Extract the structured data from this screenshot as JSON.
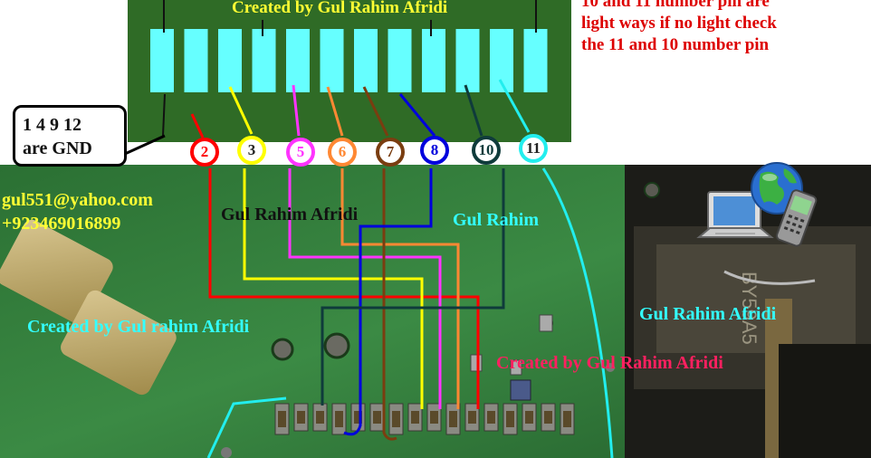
{
  "header": {
    "credit": "Created by Gul Rahim Afridi"
  },
  "note": {
    "lines": [
      "10 and 11 number pin are",
      "light ways if no light check",
      "the 11 and 10 number pin"
    ]
  },
  "gnd_box": {
    "line1": "1 4 9 12",
    "line2": "are GND"
  },
  "contact": {
    "email": "gul551@yahoo.com",
    "phone": "+923469016899"
  },
  "watermarks": {
    "black": "Gul Rahim Afridi",
    "cyan_short": "Gul Rahim",
    "cyan_left": "Created by Gul rahim Afridi",
    "cyan_right": "Gul Rahim Afridi",
    "red": "Created by Gul Rahim Afridi"
  },
  "pins": [
    {
      "label": "2",
      "color": "#ff0000"
    },
    {
      "label": "3",
      "color": "#ffff00"
    },
    {
      "label": "5",
      "color": "#ff33ff"
    },
    {
      "label": "6",
      "color": "#ff8833"
    },
    {
      "label": "7",
      "color": "#7a3d10"
    },
    {
      "label": "8",
      "color": "#0000dd"
    },
    {
      "label": "10",
      "color": "#0f3b3b"
    },
    {
      "label": "11",
      "color": "#22eeee"
    }
  ],
  "colors": {
    "connector_board": "#2f6b26",
    "pin_pad": "#66ffff",
    "pcb": "#2e7a3a"
  },
  "icons": [
    "laptop-icon",
    "globe-icon",
    "mobile-phone-icon"
  ]
}
